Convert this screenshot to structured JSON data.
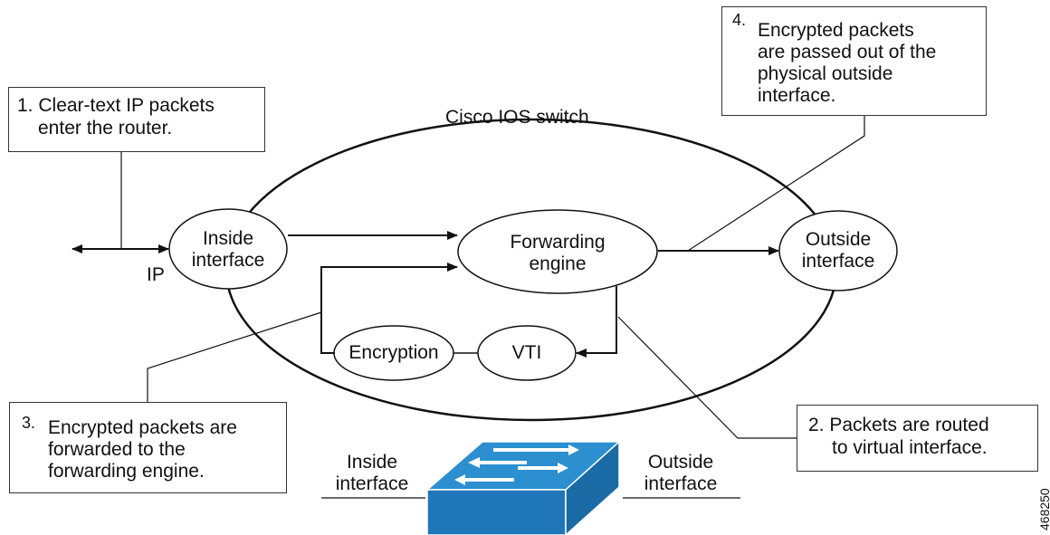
{
  "diagram": {
    "switch_label": "Cisco IOS switch",
    "nodes": {
      "inside_interface": [
        "Inside",
        "interface"
      ],
      "forwarding_engine": [
        "Forwarding",
        "engine"
      ],
      "outside_interface": [
        "Outside",
        "interface"
      ],
      "encryption": "Encryption",
      "vti": "VTI"
    },
    "ip_label": "IP",
    "callouts": {
      "step1": {
        "num": "1.",
        "lines": [
          "Clear-text IP packets",
          "enter the router."
        ]
      },
      "step2": {
        "num": "2.",
        "lines": [
          "Packets are routed",
          "to virtual interface."
        ]
      },
      "step3": {
        "num": "3.",
        "lines": [
          "Encrypted packets are",
          "forwarded to the",
          "forwarding engine."
        ]
      },
      "step4": {
        "num": "4.",
        "lines": [
          "Encrypted packets",
          "are passed out of the",
          "physical outside",
          "interface."
        ]
      }
    },
    "legend": {
      "inside": [
        "Inside",
        "interface"
      ],
      "outside": [
        "Outside",
        "interface"
      ]
    },
    "figure_id": "468250",
    "colors": {
      "switch_icon": "#1f77b8",
      "switch_icon_top": "#2b8fd0",
      "line": "#111111"
    }
  }
}
